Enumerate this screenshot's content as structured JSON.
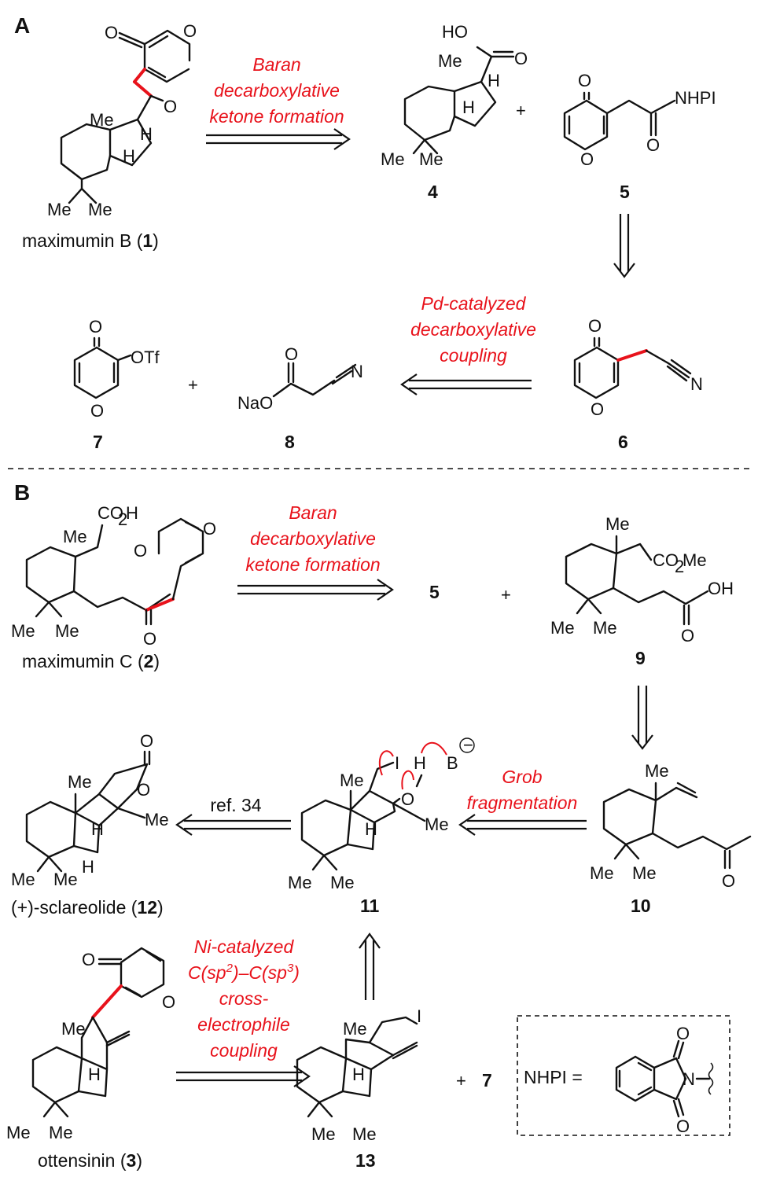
{
  "sections": {
    "a": "A",
    "b": "B"
  },
  "arrows": {
    "a1": [
      "Baran",
      "decarboxylative",
      "ketone formation"
    ],
    "a2": [
      "Pd-catalyzed",
      "decarboxylative",
      "coupling"
    ],
    "b1": [
      "Baran",
      "decarboxylative",
      "ketone formation"
    ],
    "b2": [
      "Grob",
      "fragmentation"
    ],
    "b3": "ref. 34",
    "b4": [
      "Ni-catalyzed",
      "C(sp",
      "2",
      ")–C(sp",
      "3",
      ")",
      "cross-",
      "electrophile",
      "coupling"
    ]
  },
  "compounds": {
    "c1": {
      "name": "maximumin B (",
      "num": "1",
      "close": ")"
    },
    "c2": {
      "name": "maximumin C (",
      "num": "2",
      "close": ")"
    },
    "c3": {
      "name": "ottensinin (",
      "num": "3",
      "close": ")"
    },
    "c4": "4",
    "c5": "5",
    "c6": "6",
    "c7": "7",
    "c8": "8",
    "c9": "9",
    "c10": "10",
    "c11": "11",
    "c12": {
      "name": "(+)-sclareolide (",
      "num": "12",
      "close": ")"
    },
    "c13": "13"
  },
  "atoms": {
    "O": "O",
    "H": "H",
    "I": "I",
    "N": "N",
    "B": "B",
    "Me": "Me",
    "HO": "HO",
    "NHPI": "NHPI",
    "OTf": "OTf",
    "NaO": "NaO",
    "CO2H_a": "CO",
    "CO2H_sub": "2",
    "CO2H_b": "H",
    "CO2Me_a": "CO",
    "CO2Me_sub": "2",
    "CO2Me_b": "Me",
    "OH": "OH",
    "minus": "−"
  },
  "legend": {
    "text": "NHPI ="
  },
  "misc": {
    "plus": "+",
    "ref_num": "7"
  }
}
